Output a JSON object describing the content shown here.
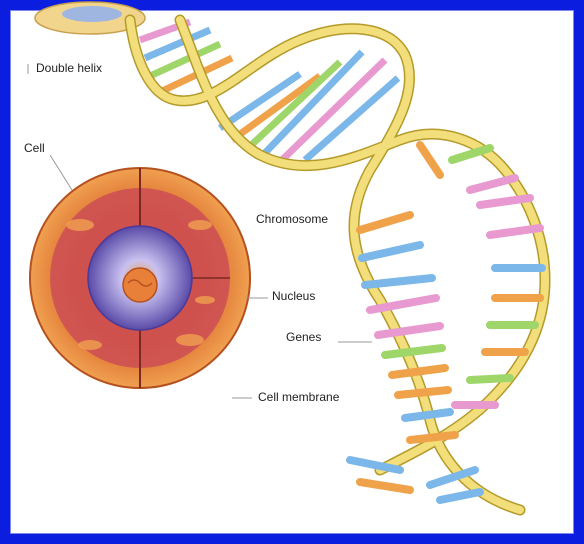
{
  "labels": {
    "double_helix": "Double helix",
    "cell": "Cell",
    "chromosome": "Chromosome",
    "nucleus": "Nucleus",
    "genes": "Genes",
    "cell_membrane": "Cell membrane"
  },
  "colors": {
    "frame": "#0b1ee0",
    "backbone": "#f2de7a",
    "backbone_outline": "#b49a2a",
    "rung_blue": "#7bb7e8",
    "rung_pink": "#e89ad0",
    "rung_green": "#9ed66a",
    "rung_orange": "#f0a24a",
    "cell_outer": "#e07a2a",
    "cell_inner": "#b9364f",
    "nucleus": "#7b6fc8",
    "nucleolus": "#e8803a"
  }
}
